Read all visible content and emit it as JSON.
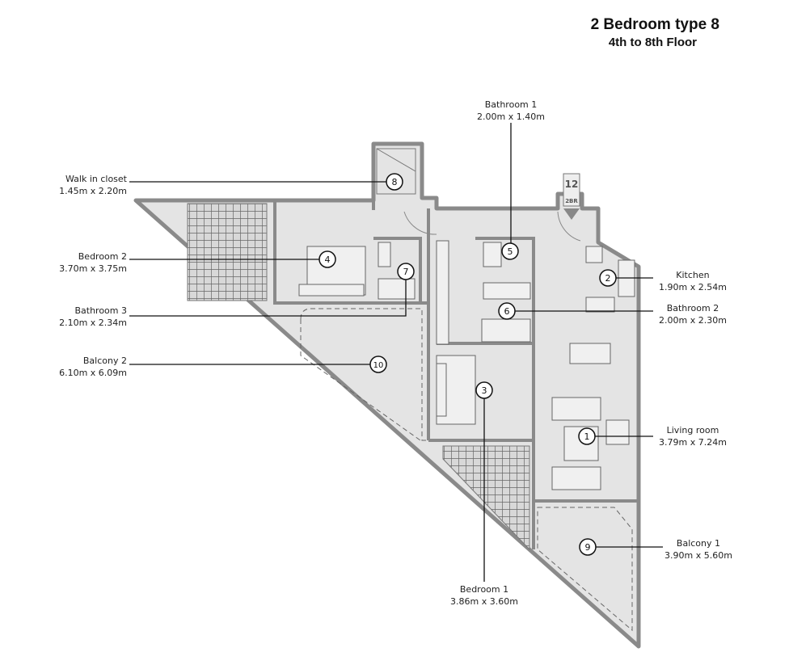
{
  "header": {
    "title": "2 Bedroom type 8",
    "subtitle": "4th to 8th Floor"
  },
  "unit_sign": {
    "number": "12",
    "type": "2BR"
  },
  "rooms": [
    {
      "num": "1",
      "name": "Living room",
      "size": "3.79m x 7.24m"
    },
    {
      "num": "2",
      "name": "Kitchen",
      "size": "1.90m x 2.54m"
    },
    {
      "num": "3",
      "name": "Bedroom 1",
      "size": "3.86m x 3.60m"
    },
    {
      "num": "4",
      "name": "Bedroom 2",
      "size": "3.70m x 3.75m"
    },
    {
      "num": "5",
      "name": "Bathroom 1",
      "size": "2.00m x 1.40m"
    },
    {
      "num": "6",
      "name": "Bathroom 2",
      "size": "2.00m x 2.30m"
    },
    {
      "num": "7",
      "name": "Bathroom 3",
      "size": "2.10m x 2.34m"
    },
    {
      "num": "8",
      "name": "Walk in closet",
      "size": "1.45m x 2.20m"
    },
    {
      "num": "9",
      "name": "Balcony 1",
      "size": "3.90m x 5.60m"
    },
    {
      "num": "10",
      "name": "Balcony 2",
      "size": "6.10m x 6.09m"
    }
  ],
  "colors": {
    "floor": "#e4e4e4",
    "wall": "#8a8a8a",
    "line": "#111111"
  }
}
